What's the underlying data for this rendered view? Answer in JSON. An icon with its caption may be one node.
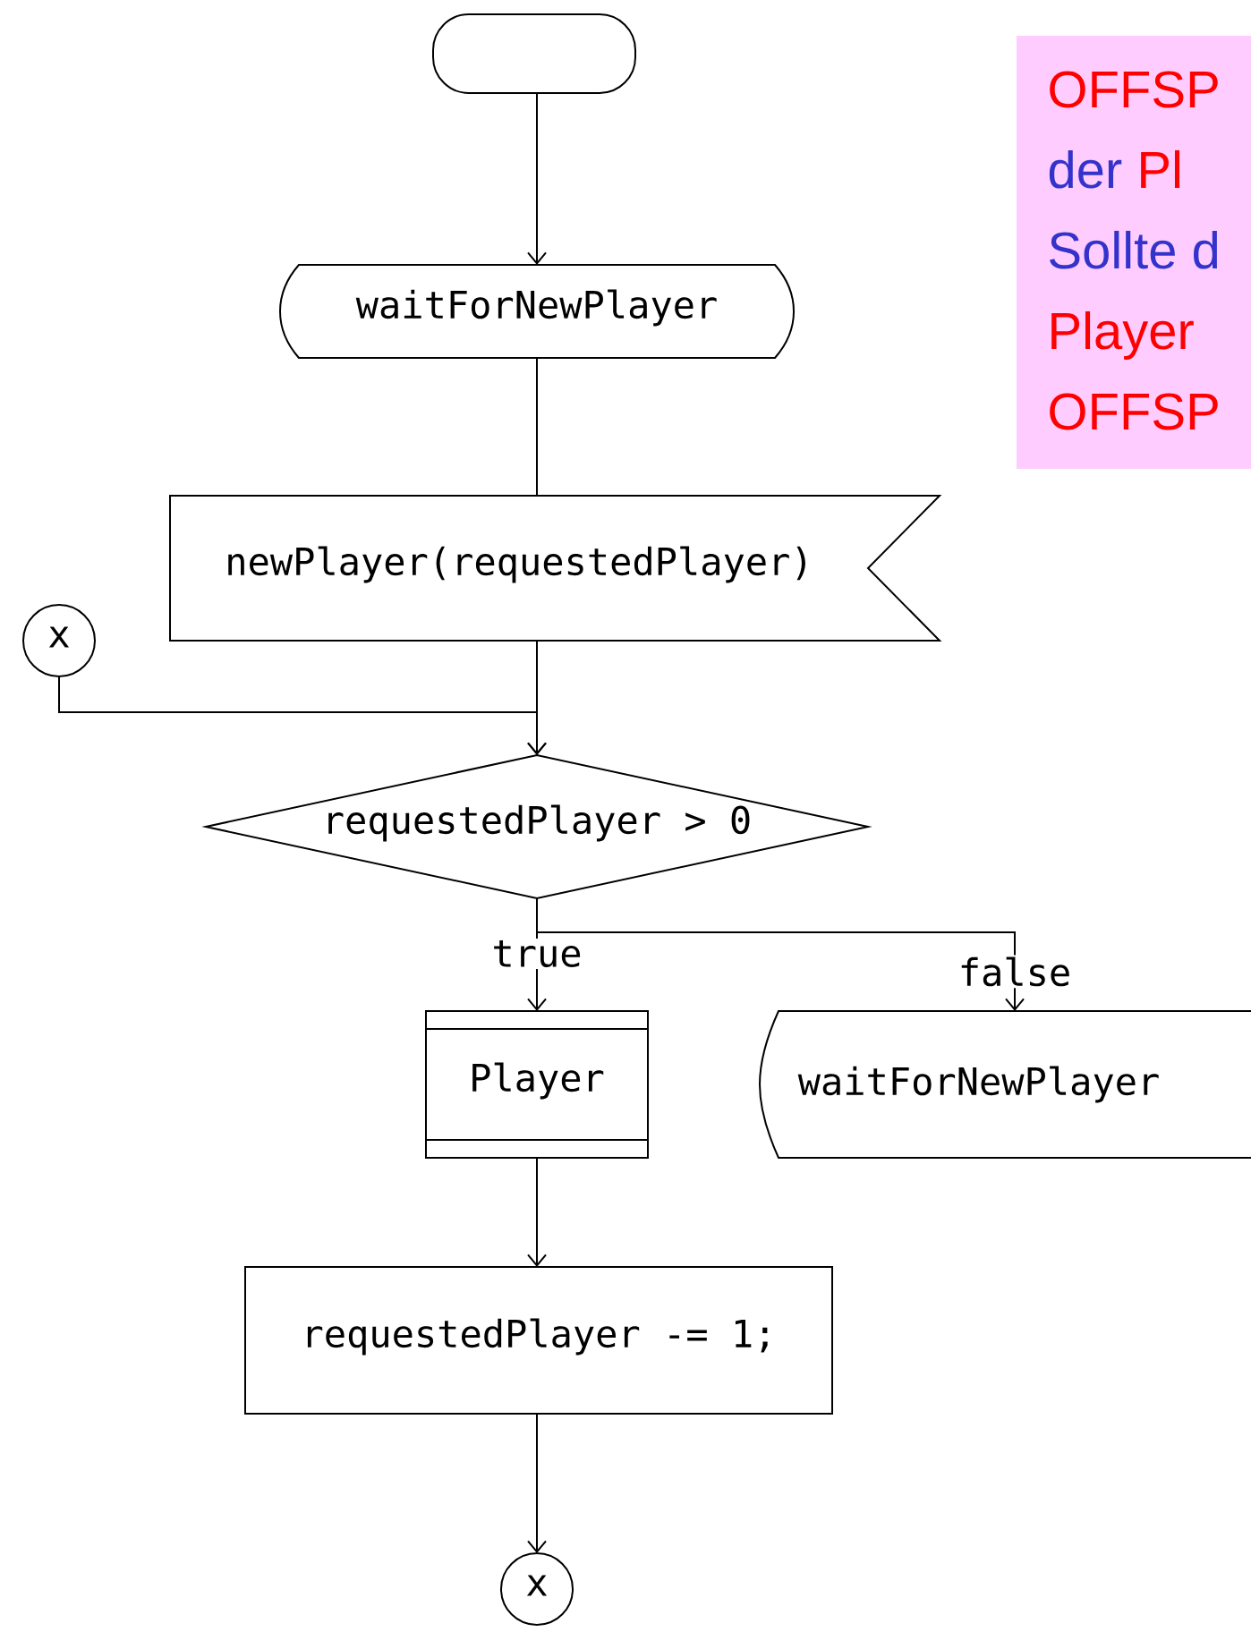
{
  "diagram": {
    "nodes": [
      {
        "text": [],
        "shape": "box"
      },
      {
        "text": [
          "waitForNewPlayer"
        ]
      },
      {
        "text": [
          "newPlayer(requestedPlayer)"
        ]
      },
      {
        "text": [
          "x"
        ]
      },
      {
        "text": [
          "requestedPlayer > 0"
        ]
      },
      {
        "text": [
          "Player"
        ]
      },
      {
        "text": [
          "waitForNewPlayer"
        ]
      },
      {
        "text": [
          "requestedPlayer -= 1;"
        ]
      },
      {
        "text": [
          "x"
        ]
      },
      {
        "text": [
          "OFFSP",
          "der",
          "Pl",
          "Sollte d",
          "Player",
          "OFFSP"
        ]
      }
    ],
    "edges": [
      {
        "from": 0,
        "to": 1,
        "arrow": "to"
      },
      {
        "from": 1,
        "to": 2,
        "arrow": "none"
      },
      {
        "from": 2,
        "to": 4,
        "arrow": "to"
      },
      {
        "from": 3,
        "to": 4,
        "arrow": "to"
      },
      {
        "from": 4,
        "to": 5,
        "arrow": "to",
        "label": "true"
      },
      {
        "from": 4,
        "to": 6,
        "arrow": "to",
        "label": "false"
      },
      {
        "from": 5,
        "to": 7,
        "arrow": "to"
      },
      {
        "from": 7,
        "to": 8,
        "arrow": "to"
      }
    ]
  }
}
